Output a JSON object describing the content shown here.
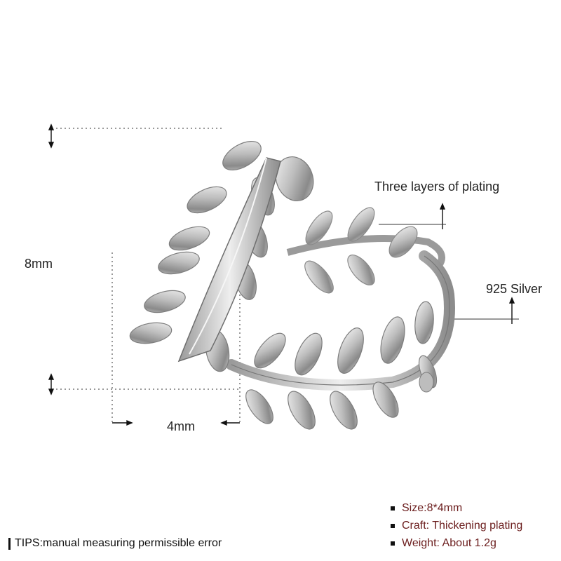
{
  "dimensions": {
    "height": "8mm",
    "width": "4mm"
  },
  "callouts": {
    "plating": "Three layers of plating",
    "material": "925 Silver"
  },
  "specs": [
    {
      "text": "Size:8*4mm"
    },
    {
      "text": "Craft: Thickening plating"
    },
    {
      "text": "Weight: About 1.2g"
    }
  ],
  "tips": "TIPS:manual measuring permissible error",
  "colors": {
    "background": "#ffffff",
    "spec_text": "#6b1d1d",
    "guide_lines": "#999999",
    "silver": "#c9c9c9"
  }
}
